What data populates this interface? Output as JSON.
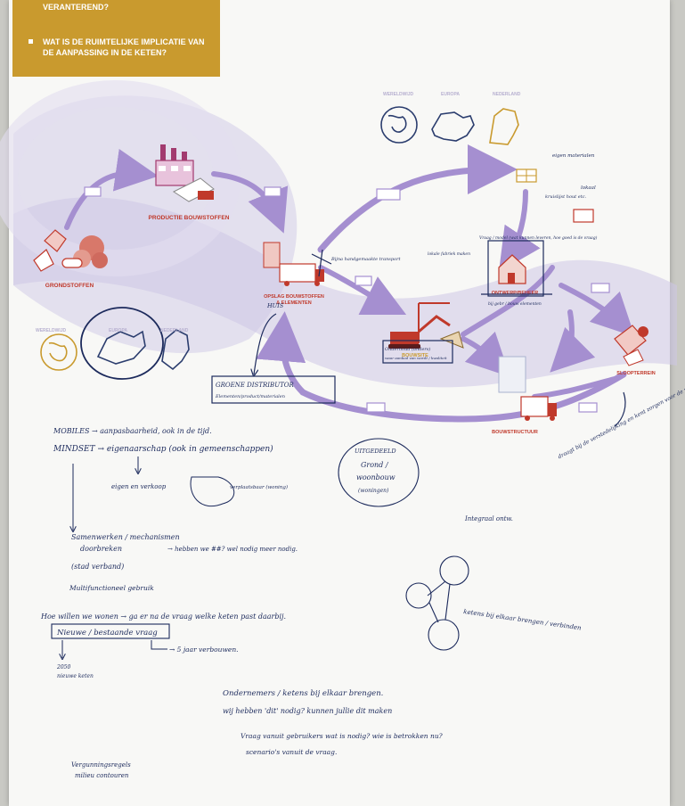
{
  "header": {
    "partial_line": "VERANTEREND?",
    "question_line1": "WAT IS DE RUIMTELIJKE IMPLICATIE VAN",
    "question_line2": "DE AANPASSING IN DE KETEN?"
  },
  "nodes": {
    "grondstoffen": "GRONDSTOFFEN",
    "productie": "PRODUCTIE BOUWSTOFFEN",
    "opslag_line1": "OPSLAG BOUWSTOFFEN",
    "opslag_line2": "& ELEMENTEN",
    "bouwplaats": "BOUWSITE",
    "ontwerp": "ONTWERP/BEHEER",
    "sloop": "SLOOPTERREIN",
    "constructie": "BOUWSTRUCTUUR"
  },
  "colors": {
    "accent_gold": "#c99a2e",
    "flow_purple": "#a58fd0",
    "band_purple": "#d6d0ea",
    "icon_red": "#c0392b",
    "ink_navy": "#1c2a5c"
  },
  "handwriting": {
    "huis": "HUIS",
    "groene_distributor_1": "GROENE DISTRIBUTOR",
    "groene_distributor_2": "Elementen/product/materialen",
    "mobiel": "MOBILES → aanpasbaarheid, ook in de tijd.",
    "mindset": "MINDSET → eigenaarschap (ook in gemeenschappen)",
    "eigen": "eigen en verkoop",
    "verplaatsbaar": "verplaatsbaar (woning)",
    "samenwerken_1": "Samenwerken / mechanismen",
    "samenwerken_2": "doorbreken",
    "hebben": "→ hebben we ##? wel nodig meer nodig.",
    "stadsverband": "(stad verband)",
    "multi": "Multifunctioneel gebruik",
    "hoe": "Hoe willen we wonen → ga er na de vraag welke keten past daarbij.",
    "nieuwe": "Nieuwe / bestaande vraag",
    "jaar": "→ 5 jaar verbouwen.",
    "year": "2050",
    "nieuwe_keten": "nieuwe keten",
    "uitgedeeld_1": "UITGEDEELD",
    "uitgedeeld_2": "Grond /",
    "uitgedeeld_3": "woonbouw",
    "uitgedeeld_4": "(woningen)",
    "integraal": "Integraal ontw.",
    "ketens": "ketens bij elkaar brengen / verbinden",
    "ondernemers": "Ondernemers / ketens bij elkaar brengen.",
    "wij_hebben": "wij hebben 'dit' nodig? kunnen jullie dit maken",
    "vraag": "Vraag vanuit gebruikers wat is nodig? wie is betrokken nu?",
    "scenario": "scenario's vanuit de vraag.",
    "vergunning_1": "Vergunningsregels",
    "vergunning_2": "milieu contouren",
    "draag": "draagt bij de verstedelijking en kent zorgen voor de ruimte (Social trust, etc)",
    "materialen": "eigen materialen",
    "lokaal": "lokaal",
    "kruislijst": "kruislijst hout etc.",
    "vraag_keten": "Vraag / model (wat kunnen leveren, hoe goed is de vraag)",
    "onder_hw": "Onderhoud (anders)",
    "waar_aanbod": "waar aanbod van wordt / kwaliteit",
    "lokale_fab": "lokale fabriek maken",
    "bij_gebr": "bij gebr / bouw elementen",
    "fijne": "Bijna handgemaakte transport"
  },
  "scale_labels": [
    "WERELDWIJD",
    "EUROPA",
    "NEDERLAND"
  ]
}
